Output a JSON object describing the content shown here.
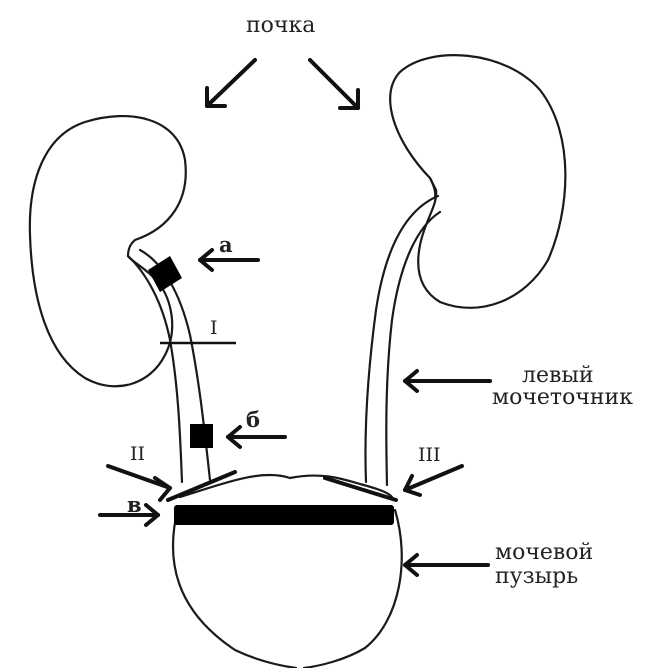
{
  "labels": {
    "kidney": "почка",
    "marker_a": "а",
    "marker_b": "б",
    "marker_v": "в",
    "roman_1": "I",
    "roman_2": "II",
    "roman_3": "III",
    "left_ureter_line1": "левый",
    "left_ureter_line2": "мочеточник",
    "bladder_line1": "мочевой",
    "bladder_line2": "пузырь"
  },
  "colors": {
    "outline": "#1a1a1a",
    "fill": "#ffffff",
    "markers": "#000000"
  }
}
